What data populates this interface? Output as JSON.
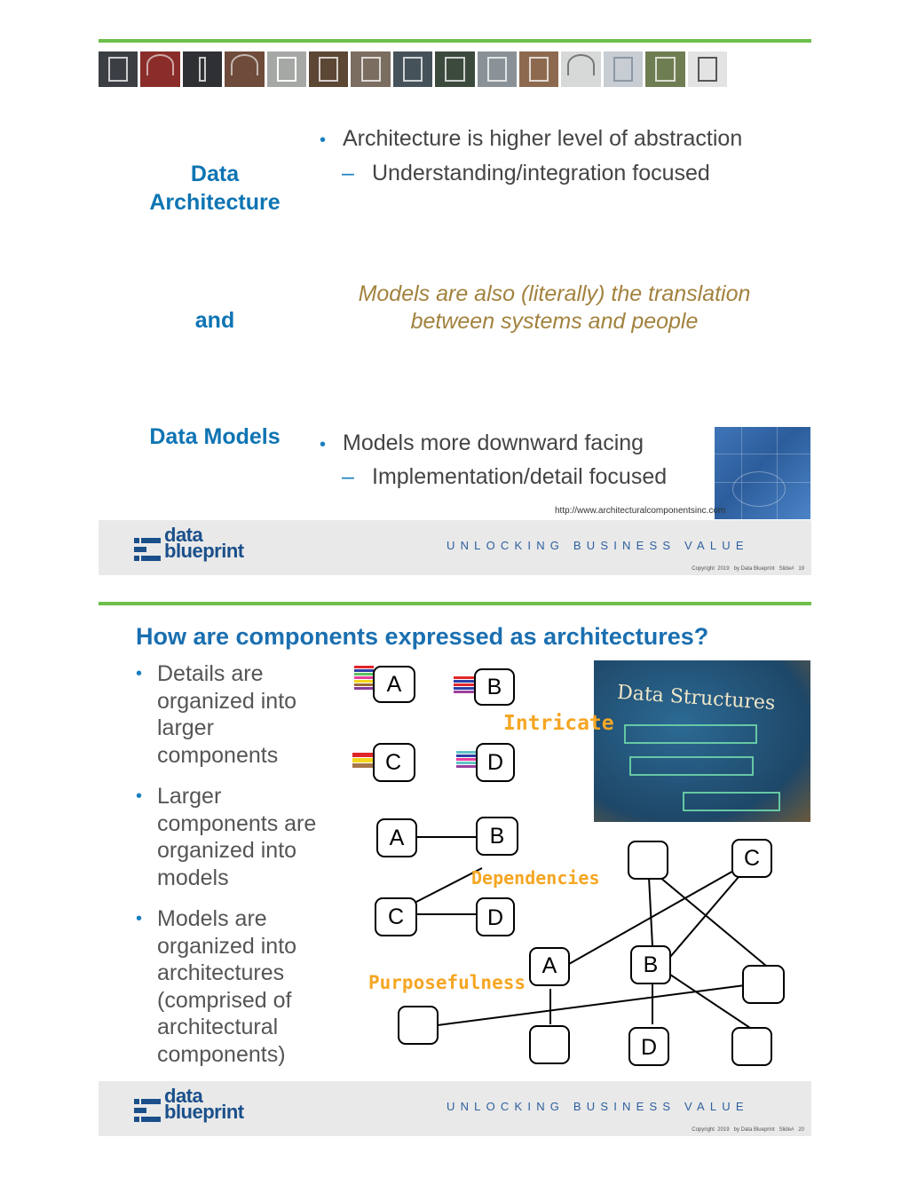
{
  "slide1": {
    "left_labels": {
      "data_architecture": "Data\nArchitecture",
      "and": "and",
      "data_models": "Data Models"
    },
    "bullet1": "Architecture is higher level of abstraction",
    "sub1": "Understanding/integration focused",
    "italic_note": "Models are also (literally) the translation between systems and people",
    "bullet2": "Models more downward facing",
    "sub2": "Implementation/detail focused",
    "image_credit": "http://www.architecturalcomponentsinc.com",
    "footer": {
      "logo_line1": "data",
      "logo_line2": "blueprint",
      "tagline": "UNLOCKING BUSINESS VALUE",
      "copyright": "Copyright  2019   by Data Blueprint   Slide#   19"
    }
  },
  "slide2": {
    "title": "How are components expressed as architectures?",
    "bullets": [
      "Details are organized into larger components",
      "Larger components are organized into models",
      "Models are organized into architectures (comprised of architectural components)"
    ],
    "labels": {
      "intricate": "Intricate",
      "dependencies": "Dependencies",
      "purposefulness": "Purposefulness"
    },
    "nodes": {
      "a": "A",
      "b": "B",
      "c": "C",
      "d": "D"
    },
    "tshirt_text": "Data Structures",
    "footer": {
      "logo_line1": "data",
      "logo_line2": "blueprint",
      "tagline": "UNLOCKING BUSINESS VALUE",
      "copyright": "Copyright  2019   by Data Blueprint   Slide#   20"
    }
  },
  "colors": {
    "green_rule": "#6dbf4a",
    "heading_blue": "#0e74b3",
    "italic_gold": "#a2823e",
    "label_orange": "#f5a623",
    "footer_gray": "#e9e9e9"
  }
}
